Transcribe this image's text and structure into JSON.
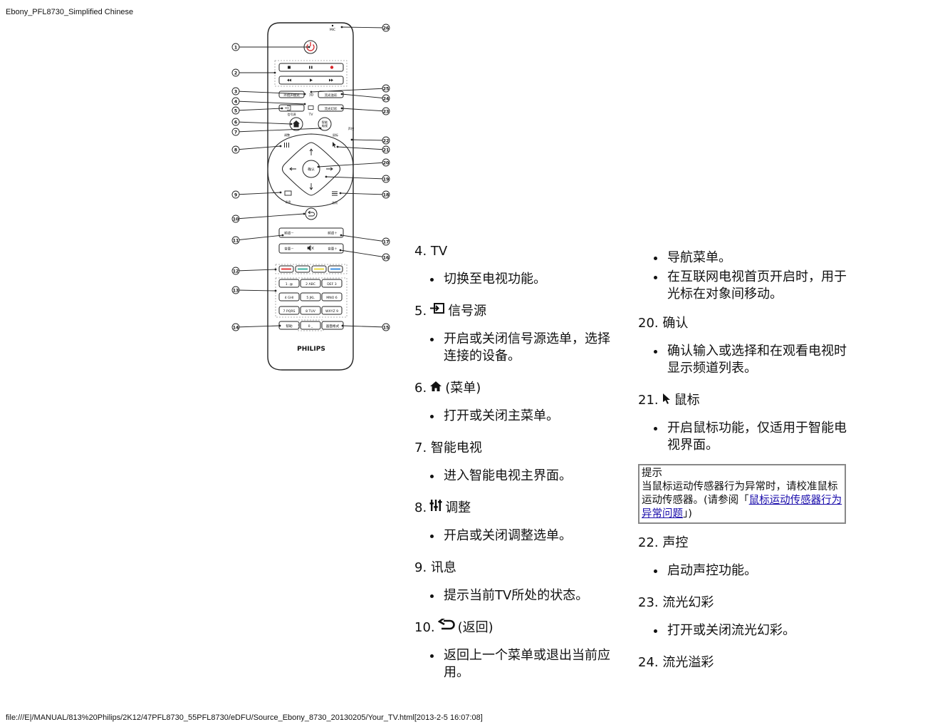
{
  "header": {
    "text": "Ebony_PFL8730_Simplified Chinese"
  },
  "footer": {
    "text": "file:///E|/MANUAL/813%20Philips/2K12/47PFL8730_55PFL8730/eDFU/Source_Ebony_8730_20130205/Your_TV.html[2013-2-5 16:07:08]"
  },
  "remote": {
    "brand": "PHILIPS",
    "mic": "MIC",
    "labels": {
      "surround": "环绕声模式",
      "three_d": "3D",
      "ambilight_mode": "流光溢彩",
      "source": "信号源",
      "tv": "TV",
      "ambilight": "流光幻彩",
      "smart": "智能\n电视",
      "adjust": "调整",
      "pointer": "鼠标",
      "ok": "确认",
      "info": "讯息",
      "options": "选项",
      "ch_down": "频道－",
      "ch_up": "频道＋",
      "vol_down": "音量－",
      "vol_up": "音量＋",
      "help": "帮助",
      "zero": "0  _",
      "format": "画面格式",
      "voice": "声控"
    },
    "keypad": [
      [
        "1 .@",
        "2 ABC",
        "DEF 3"
      ],
      [
        "4 GHI",
        "5 JKL",
        "MNO 6"
      ],
      [
        "7 PQRS",
        "8 TUV",
        "WXYZ 9"
      ]
    ],
    "callouts": [
      "1",
      "2",
      "3",
      "4",
      "5",
      "6",
      "7",
      "8",
      "9",
      "10",
      "11",
      "12",
      "13",
      "14",
      "15",
      "16",
      "17",
      "18",
      "19",
      "20",
      "21",
      "22",
      "23",
      "24",
      "25",
      "26"
    ],
    "colors": {
      "red": "#e33a3a",
      "green": "#3ab0a0",
      "yellow": "#e8d840",
      "blue": "#3a8ee0",
      "power": "#d8262a"
    }
  },
  "col_a": [
    {
      "title": "4. TV",
      "icon": "",
      "suffix": "",
      "items": [
        "切换至电视功能。"
      ]
    },
    {
      "title": "5.",
      "icon": "source-icon",
      "suffix": "信号源",
      "items": [
        "开启或关闭信号源选单，选择连接的设备。"
      ]
    },
    {
      "title": "6.",
      "icon": "home-icon",
      "suffix": "(菜单)",
      "items": [
        "打开或关闭主菜单。"
      ]
    },
    {
      "title": "7. 智能电视",
      "icon": "",
      "suffix": "",
      "items": [
        "进入智能电视主界面。"
      ]
    },
    {
      "title": "8.",
      "icon": "adjust-icon",
      "suffix": "调整",
      "items": [
        "开启或关闭调整选单。"
      ]
    },
    {
      "title": "9. 讯息",
      "icon": "",
      "suffix": "",
      "items": [
        "提示当前TV所处的状态。"
      ]
    },
    {
      "title": "10.",
      "icon": "back-icon",
      "suffix": "(返回)",
      "items": [
        "返回上一个菜单或退出当前应用。"
      ]
    }
  ],
  "col_b": {
    "top_items": [
      "导航菜单。",
      "在互联网电视首页开启时，用于光标在对象间移动。"
    ],
    "sec20": {
      "title": "20. 确认",
      "items": [
        "确认输入或选择和在观看电视时显示频道列表。"
      ]
    },
    "sec21": {
      "title": "21.",
      "suffix": "鼠标",
      "items": [
        "开启鼠标功能，仅适用于智能电视界面。"
      ]
    },
    "tip": {
      "title": "提示",
      "body": "当鼠标运动传感器行为异常时，请校准鼠标运动传感器。(请参阅「",
      "link": "鼠标运动传感器行为异常问题",
      "tail": "」)"
    },
    "sec22": {
      "title": "22. 声控",
      "items": [
        "启动声控功能。"
      ]
    },
    "sec23": {
      "title": "23. 流光幻彩",
      "items": [
        "打开或关闭流光幻彩。"
      ]
    },
    "sec24": {
      "title": "24. 流光溢彩"
    }
  }
}
